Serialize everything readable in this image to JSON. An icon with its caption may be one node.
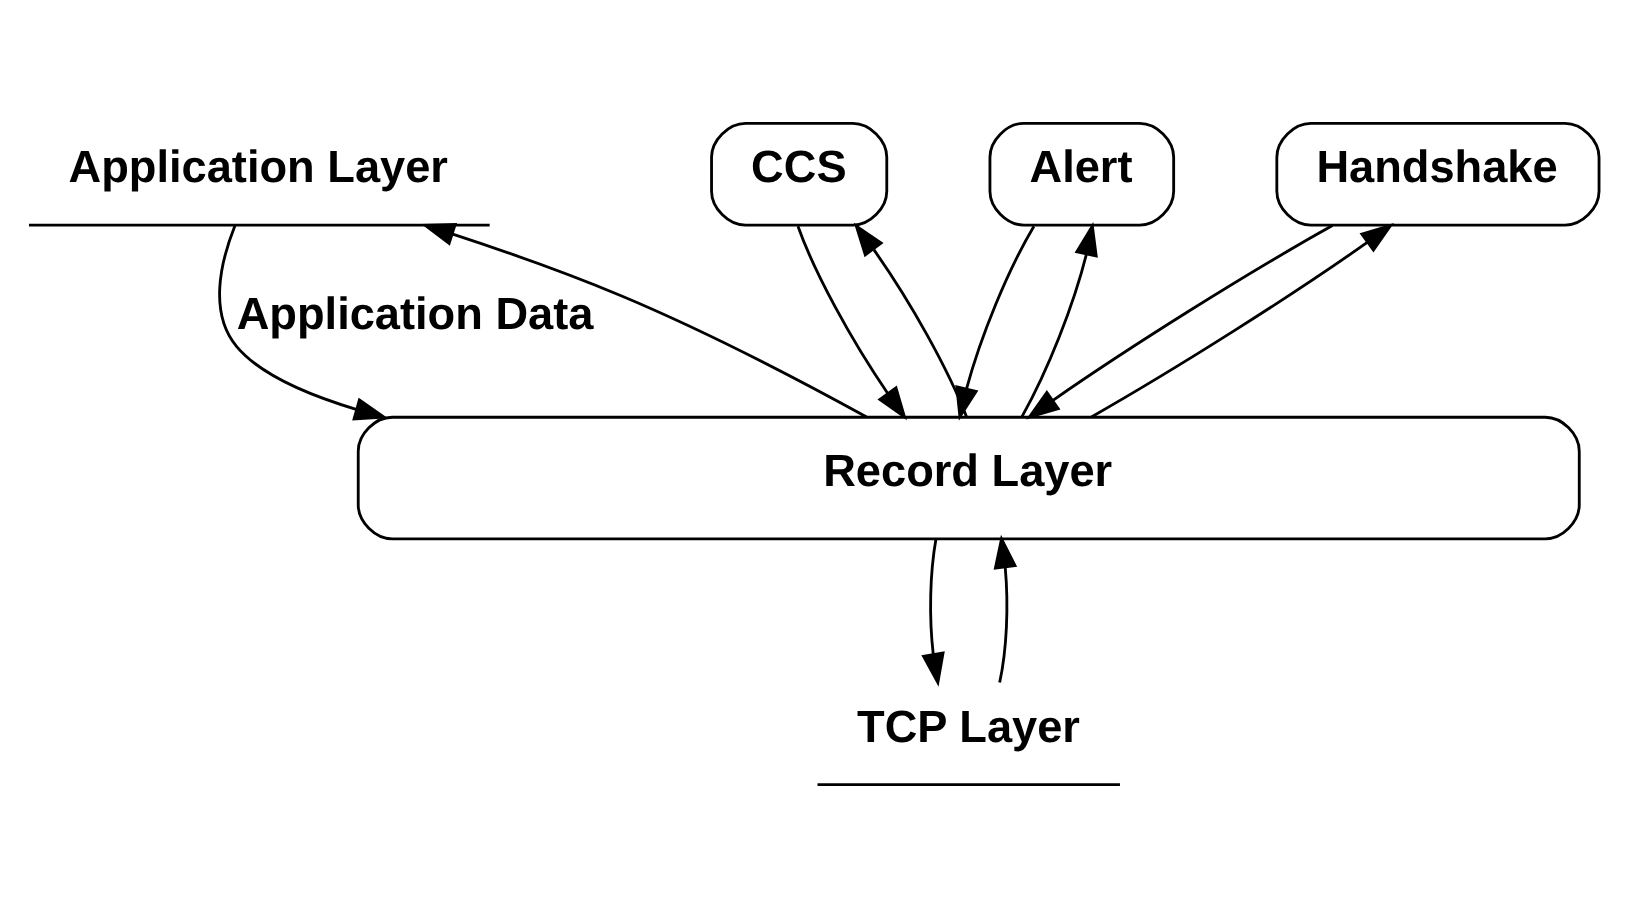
{
  "diagram": {
    "nodes": [
      {
        "text": [
          "Application Layer"
        ]
      },
      {
        "text": [
          "CCS"
        ]
      },
      {
        "text": [
          "Alert"
        ]
      },
      {
        "text": [
          "Handshake"
        ]
      },
      {
        "text": [
          "Record Layer"
        ]
      },
      {
        "text": [
          "TCP Layer"
        ]
      }
    ],
    "edges": [
      {
        "from": 4,
        "to": 1,
        "arrow": "to"
      },
      {
        "from": 1,
        "to": 4,
        "arrow": "to"
      },
      {
        "from": 4,
        "to": 2,
        "arrow": "to"
      },
      {
        "from": 2,
        "to": 4,
        "arrow": "to"
      },
      {
        "from": 4,
        "to": 3,
        "arrow": "to"
      },
      {
        "from": 3,
        "to": 4,
        "arrow": "to"
      },
      {
        "from": 4,
        "to": 0,
        "arrow": "to"
      },
      {
        "from": 0,
        "to": 4,
        "arrow": "to",
        "label": "Application Data"
      },
      {
        "from": 5,
        "to": 4,
        "arrow": "to"
      },
      {
        "from": 4,
        "to": 5,
        "arrow": "to"
      }
    ]
  }
}
